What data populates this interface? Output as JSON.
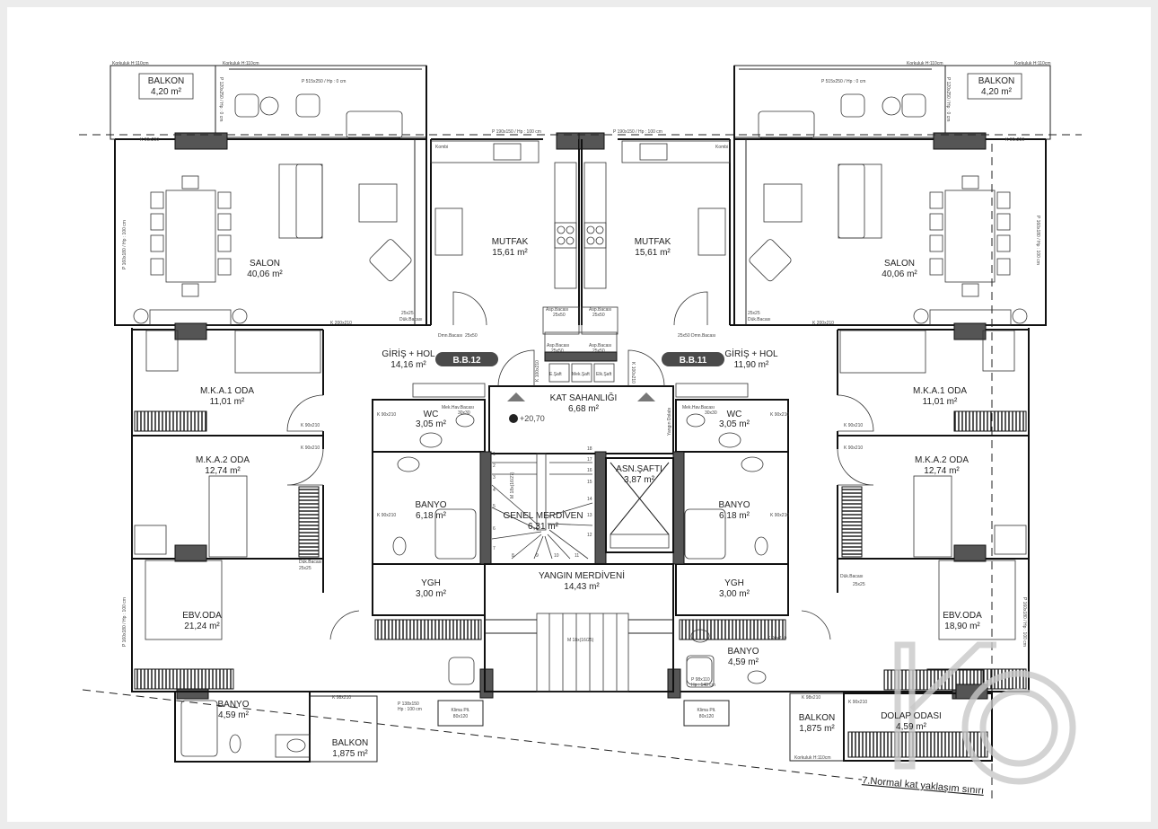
{
  "plan": {
    "units": [
      {
        "id": "B.B.12"
      },
      {
        "id": "B.B.11"
      }
    ],
    "rooms_left": {
      "balkon_top": {
        "name": "BALKON",
        "area": "4,20 m²"
      },
      "salon": {
        "name": "SALON",
        "area": "40,06 m²"
      },
      "mutfak": {
        "name": "MUTFAK",
        "area": "15,61 m²"
      },
      "giris": {
        "name": "GİRİŞ + HOL",
        "area": "14,16 m²"
      },
      "mka1": {
        "name": "M.K.A.1 ODA",
        "area": "11,01 m²"
      },
      "mka2": {
        "name": "M.K.A.2 ODA",
        "area": "12,74 m²"
      },
      "ebv": {
        "name": "EBV.ODA",
        "area": "21,24 m²"
      },
      "wc": {
        "name": "WC",
        "area": "3,05 m²"
      },
      "banyo": {
        "name": "BANYO",
        "area": "6,18 m²"
      },
      "ygh": {
        "name": "YGH",
        "area": "3,00 m²"
      },
      "banyo2": {
        "name": "BANYO",
        "area": "4,59 m²"
      },
      "balkon_bottom": {
        "name": "BALKON",
        "area": "1,875 m²"
      }
    },
    "rooms_right": {
      "balkon_top": {
        "name": "BALKON",
        "area": "4,20 m²"
      },
      "salon": {
        "name": "SALON",
        "area": "40,06 m²"
      },
      "mutfak": {
        "name": "MUTFAK",
        "area": "15,61 m²"
      },
      "giris": {
        "name": "GİRİŞ + HOL",
        "area": "11,90 m²"
      },
      "mka1": {
        "name": "M.K.A.1 ODA",
        "area": "11,01 m²"
      },
      "mka2": {
        "name": "M.K.A.2 ODA",
        "area": "12,74 m²"
      },
      "ebv": {
        "name": "EBV.ODA",
        "area": "18,90 m²"
      },
      "wc": {
        "name": "WC",
        "area": "3,05 m²"
      },
      "banyo": {
        "name": "BANYO",
        "area": "6,18 m²"
      },
      "ygh": {
        "name": "YGH",
        "area": "3,00 m²"
      },
      "banyo2": {
        "name": "BANYO",
        "area": "4,59 m²"
      },
      "balkon_bottom": {
        "name": "BALKON",
        "area": "1,875 m²"
      },
      "dolap": {
        "name": "DOLAP ODASI",
        "area": "4,59 m²"
      }
    },
    "core": {
      "kat": {
        "name": "KAT SAHANLIĞI",
        "area": "6,68 m²"
      },
      "asn": {
        "name": "ASN.ŞAFTI",
        "area": "3,87 m²"
      },
      "genel": {
        "name": "GENEL MERDİVEN",
        "area": "6,31 m²"
      },
      "yangin": {
        "name": "YANGIN MERDİVENİ",
        "area": "14,43 m²"
      },
      "level": "+20,70"
    },
    "notes": {
      "korkuluk": "Korkuluk H:110cm",
      "p515": "P 515x250 / Hp : 0 cm",
      "p120": "P 120x250 / Hp : 0 cm",
      "k90x250": "K 90x250",
      "p190": "P 190x150 / Hp : 100 cm",
      "p160": "P 160x180 / Hp : 100 cm",
      "kombi": "Kombi",
      "asp": "Asp.Bacası",
      "s25x50": "25x50",
      "dmn": "Dmn.Bacası",
      "s25x25": "25x25",
      "duk": "Dük.Bacası",
      "k200": "K 200x210",
      "k90": "K 90x210",
      "k100": "K 100x210",
      "mek": "Mek.Hav.Bacası",
      "s30x30": "30x30",
      "esaft": "E.Şaft",
      "meksaft": "Mek.Şaft",
      "elksaft": "Elk.Şaft",
      "yangin_dolabi": "Yangın Dolabı",
      "m18a": "M 18x(16/27)",
      "m18b": "M 18x(16/25)",
      "klima": "Klima Plt.",
      "s80x120": "80x120",
      "p138": "P 138x150",
      "hp100": "Hp : 100 cm",
      "p98": "P 98x110",
      "hp140": "Hp : 140 cm",
      "k98": "K 98x210",
      "approach": "7.Normal kat yaklaşım sınırı"
    },
    "stair_numbers": [
      "1",
      "2",
      "3",
      "4",
      "5",
      "6",
      "7",
      "8",
      "9",
      "10",
      "11",
      "12",
      "13",
      "14",
      "15",
      "16",
      "17",
      "18"
    ]
  }
}
